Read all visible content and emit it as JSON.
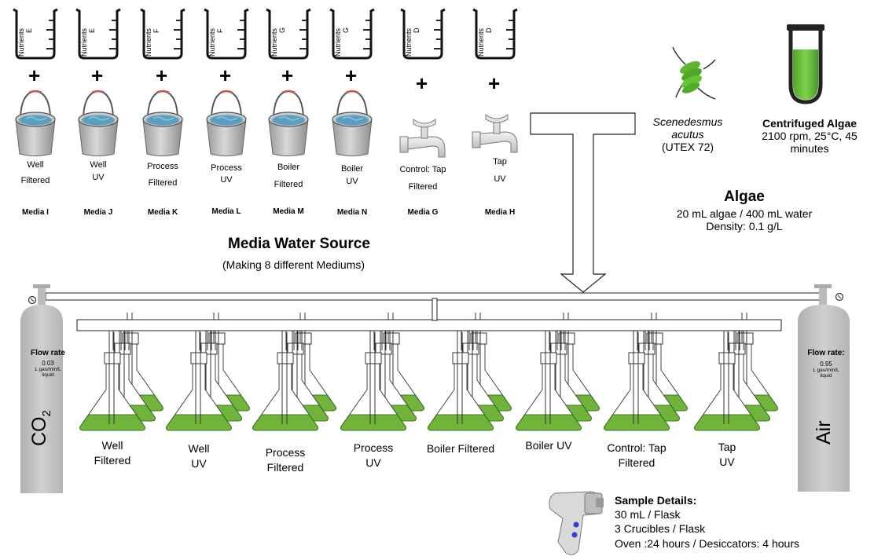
{
  "colors": {
    "algae_green": "#6cbf3a",
    "flask_green": "#71b43c",
    "tank_gray": "#c4c4c4",
    "water_blue": "#5a9fc0"
  },
  "beakers": [
    {
      "label": "Nutrients",
      "sub": "E"
    },
    {
      "label": "Nutrients",
      "sub": "E"
    },
    {
      "label": "Nutrients",
      "sub": "F"
    },
    {
      "label": "Nutrients",
      "sub": "F"
    },
    {
      "label": "Nutrients",
      "sub": "G"
    },
    {
      "label": "Nutrients",
      "sub": "G"
    },
    {
      "label": "Nutrients",
      "sub": "D"
    },
    {
      "label": "Nutrients",
      "sub": "D"
    }
  ],
  "plus_sign": "+",
  "sources": [
    {
      "line1": "Well",
      "line2": "Filtered",
      "media": "Media I"
    },
    {
      "line1": "Well",
      "line2": "UV",
      "media": "Media J"
    },
    {
      "line1": "Process",
      "line2": "Filtered",
      "media": "Media K"
    },
    {
      "line1": "Process",
      "line2": "UV",
      "media": "Media L"
    },
    {
      "line1": "Boiler",
      "line2": "Filtered",
      "media": "Media M"
    },
    {
      "line1": "Boiler",
      "line2": "UV",
      "media": "Media N"
    },
    {
      "line1": "Control: Tap",
      "line2": "Filtered",
      "media": "Media G"
    },
    {
      "line1": "Tap",
      "line2": "UV",
      "media": "Media H"
    }
  ],
  "media_section": {
    "title": "Media Water Source",
    "subtitle": "(Making 8 different Mediums)"
  },
  "algae_species": {
    "line1": "Scenedesmus",
    "line2": "acutus",
    "line3": "(UTEX 72)"
  },
  "centrifuge": {
    "title": "Centrifuged Algae",
    "line1": "2100  rpm, 25°C, 45",
    "line2": "minutes"
  },
  "algae_info": {
    "title": "Algae",
    "line1": "20 mL algae / 400 mL water",
    "line2": "Density: 0.1 g/L"
  },
  "co2_tank": {
    "flow_title": "Flow rate",
    "flow_value": "0.03",
    "flow_unit": "L gas/min/L",
    "flow_unit2": "liquid",
    "gas": "CO",
    "gas_sub": "2"
  },
  "air_tank": {
    "flow_title": "Flow rate:",
    "flow_value": "0.95",
    "flow_unit": "L gas/min/L",
    "flow_unit2": "liquid",
    "gas": "Air"
  },
  "flask_labels": [
    {
      "line1": "Well",
      "line2": "Filtered"
    },
    {
      "line1": "Well",
      "line2": "UV"
    },
    {
      "line1": "Process",
      "line2": "Filtered"
    },
    {
      "line1": "Process",
      "line2": "UV"
    },
    {
      "line1": "Boiler Filtered",
      "line2": ""
    },
    {
      "line1": "Boiler UV",
      "line2": ""
    },
    {
      "line1": "Control: Tap",
      "line2": "Filtered"
    },
    {
      "line1": "Tap",
      "line2": "UV"
    }
  ],
  "sample": {
    "title": "Sample Details:",
    "line1": "30 mL / Flask",
    "line2": "3 Crucibles / Flask",
    "line3": "Oven :24 hours / Desiccators: 4 hours"
  }
}
